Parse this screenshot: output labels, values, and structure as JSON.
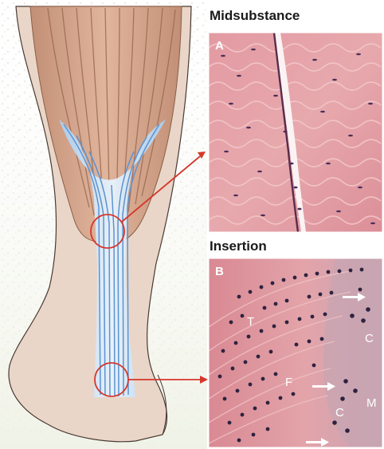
{
  "panel_a": {
    "heading": "Midsubstance",
    "letter": "A"
  },
  "panel_b": {
    "heading": "Insertion",
    "letter": "B",
    "labels": {
      "tendon": "T",
      "fibrocartilage": "F",
      "calcified_cartilage": "C",
      "calcified_cartilage_lower": "C",
      "mineralized": "M"
    }
  },
  "colors": {
    "skin": "#e8d4c6",
    "muscle": "#d3a48a",
    "tendon": "#8fb6e2",
    "callout": "#d6362b",
    "tissue_pink": "#e49aa2",
    "nucleus": "#3a2a55"
  }
}
